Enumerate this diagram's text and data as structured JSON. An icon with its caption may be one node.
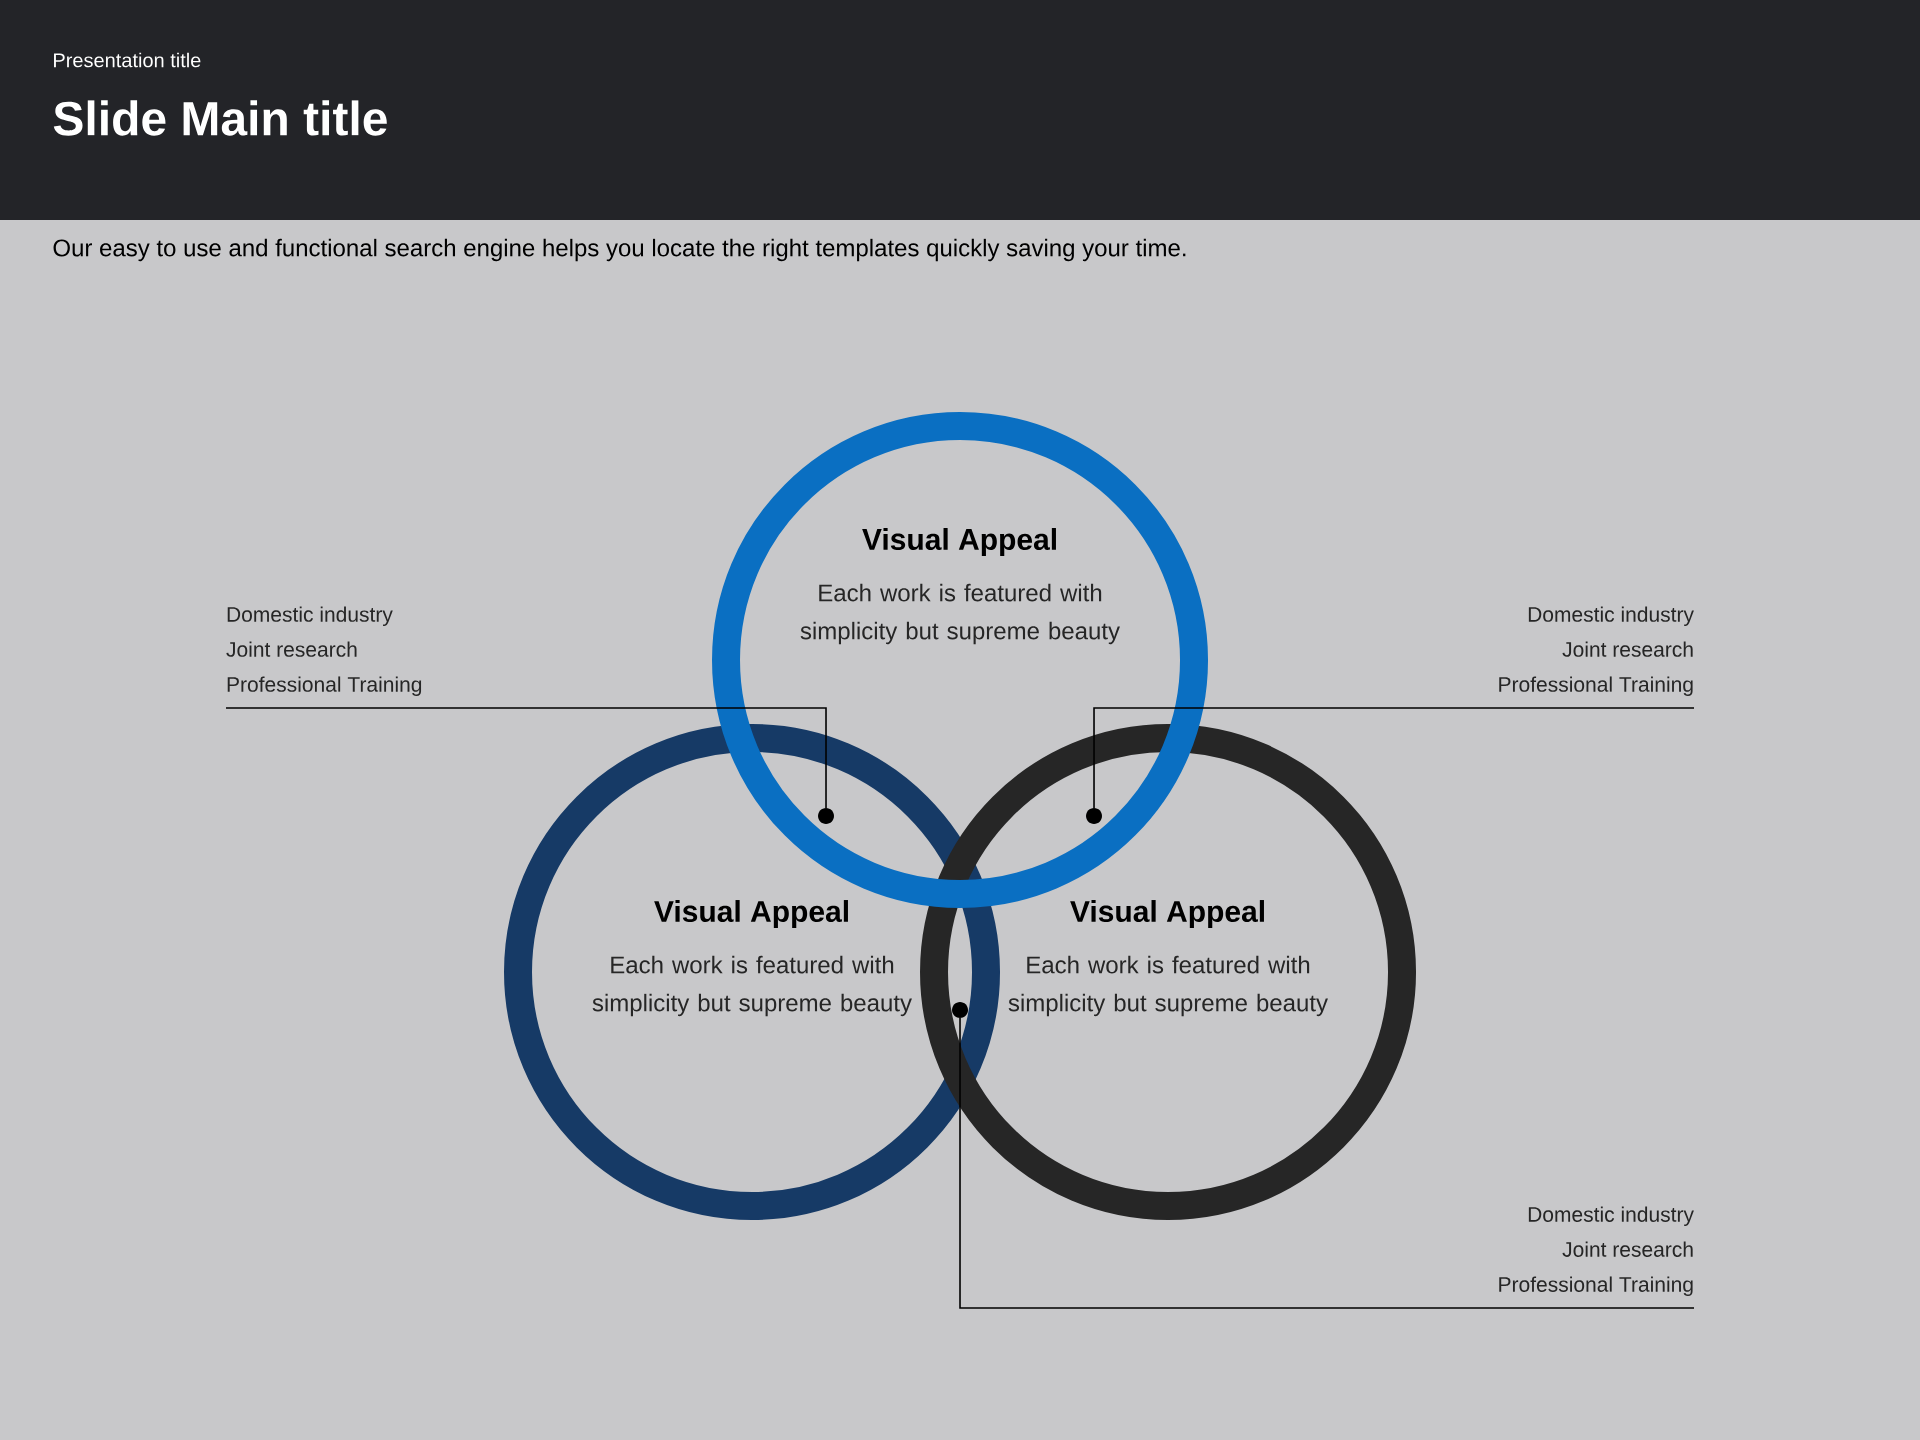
{
  "diagram": {
    "title": "Slide Main title",
    "nodes": [
      {
        "text": [
          "Visual Appeal",
          "Each work is featured with simplicity but supreme beauty"
        ]
      },
      {
        "text": [
          "Visual Appeal",
          "Each work is featured with simplicity but supreme beauty"
        ]
      },
      {
        "text": [
          "Visual Appeal",
          "Each work is featured with simplicity but supreme beauty"
        ]
      },
      {
        "text": [
          "Domestic industry",
          "Joint research",
          "Professional Training"
        ]
      },
      {
        "text": [
          "Domestic industry",
          "Joint research",
          "Professional Training"
        ]
      },
      {
        "text": [
          "Domestic industry",
          "Joint research",
          "Professional Training"
        ]
      },
      {
        "text": [],
        "shape": "circle"
      },
      {
        "text": [],
        "shape": "circle"
      },
      {
        "text": [],
        "shape": "circle"
      }
    ],
    "edges": [
      {
        "from": 3,
        "to": 6,
        "arrow": "none"
      },
      {
        "from": 4,
        "to": 7,
        "arrow": "none"
      },
      {
        "from": 5,
        "to": 8,
        "arrow": "none"
      }
    ],
    "labels": [
      "Presentation title",
      "Our easy to use and functional search engine helps you locate the right templates quickly saving your time."
    ]
  }
}
